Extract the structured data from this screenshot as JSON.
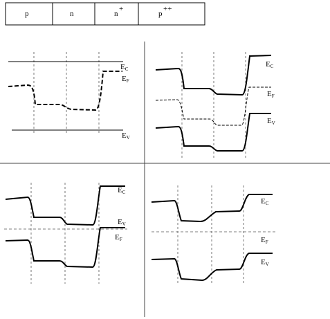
{
  "header": {
    "regions": [
      {
        "label": "p"
      },
      {
        "label": "n"
      },
      {
        "label": "n",
        "sup": "+"
      },
      {
        "label": "p",
        "sup": "++"
      }
    ]
  },
  "labels": {
    "ec_main": "E",
    "ec_sub": "C",
    "ef_main": "E",
    "ef_sub": "F",
    "ev_main": "E",
    "ev_sub": "V"
  },
  "panels": [
    {
      "name": "top-left",
      "description_level": "flat-bands"
    },
    {
      "name": "top-right"
    },
    {
      "name": "bottom-left"
    },
    {
      "name": "bottom-right"
    }
  ],
  "colors": {
    "line": "#000000",
    "frame": "#444444",
    "dash": "#555555"
  }
}
